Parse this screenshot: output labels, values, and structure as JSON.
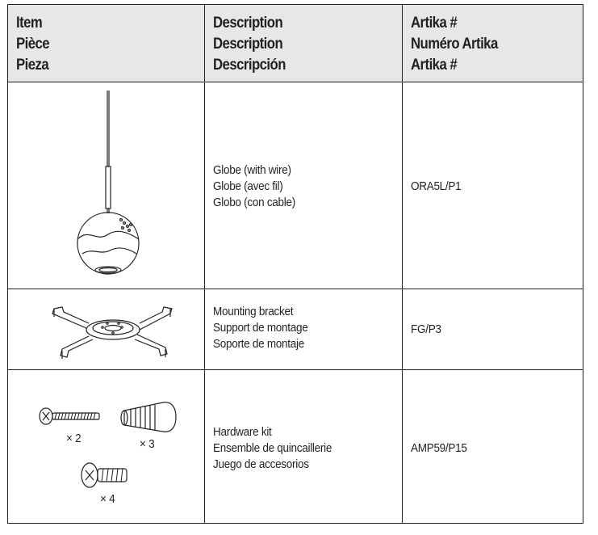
{
  "header": {
    "item": [
      "Item",
      "Pièce",
      "Pieza"
    ],
    "description": [
      "Description",
      "Description",
      "Descripción"
    ],
    "artika": [
      "Artika #",
      "Numéro Artika",
      "Artika #"
    ]
  },
  "rows": [
    {
      "illustration": "globe-pendant",
      "description": [
        "Globe (with wire)",
        "Globe (avec fil)",
        "Globo (con cable)"
      ],
      "artika": "ORA5L/P1"
    },
    {
      "illustration": "mounting-bracket",
      "description": [
        "Mounting bracket",
        "Support de montage",
        "Soporte de montaje"
      ],
      "artika": "FG/P3"
    },
    {
      "illustration": "hardware-kit",
      "description": [
        "Hardware kit",
        "Ensemble de quincaillerie",
        "Juego de accesorios"
      ],
      "artika": "AMP59/P15",
      "quantities": [
        "× 2",
        "× 3",
        "× 4"
      ]
    }
  ]
}
